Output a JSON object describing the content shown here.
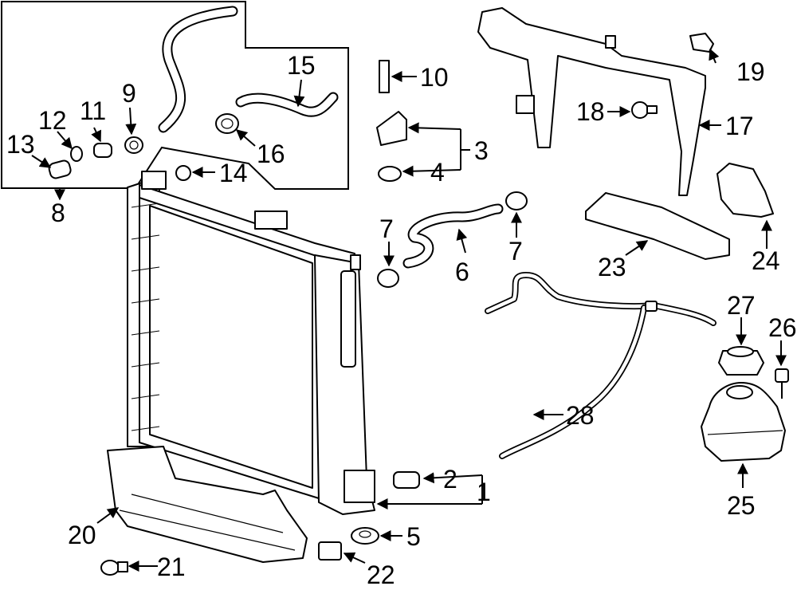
{
  "callouts": [
    {
      "id": "1",
      "label": "1"
    },
    {
      "id": "2",
      "label": "2"
    },
    {
      "id": "3",
      "label": "3"
    },
    {
      "id": "4",
      "label": "4"
    },
    {
      "id": "5",
      "label": "5"
    },
    {
      "id": "6",
      "label": "6"
    },
    {
      "id": "7a",
      "label": "7"
    },
    {
      "id": "7b",
      "label": "7"
    },
    {
      "id": "8",
      "label": "8"
    },
    {
      "id": "9",
      "label": "9"
    },
    {
      "id": "10",
      "label": "10"
    },
    {
      "id": "11",
      "label": "11"
    },
    {
      "id": "12",
      "label": "12"
    },
    {
      "id": "13",
      "label": "13"
    },
    {
      "id": "14",
      "label": "14"
    },
    {
      "id": "15",
      "label": "15"
    },
    {
      "id": "16",
      "label": "16"
    },
    {
      "id": "17",
      "label": "17"
    },
    {
      "id": "18",
      "label": "18"
    },
    {
      "id": "19",
      "label": "19"
    },
    {
      "id": "20",
      "label": "20"
    },
    {
      "id": "21",
      "label": "21"
    },
    {
      "id": "22",
      "label": "22"
    },
    {
      "id": "23",
      "label": "23"
    },
    {
      "id": "24",
      "label": "24"
    },
    {
      "id": "25",
      "label": "25"
    },
    {
      "id": "26",
      "label": "26"
    },
    {
      "id": "27",
      "label": "27"
    },
    {
      "id": "28",
      "label": "28"
    }
  ]
}
